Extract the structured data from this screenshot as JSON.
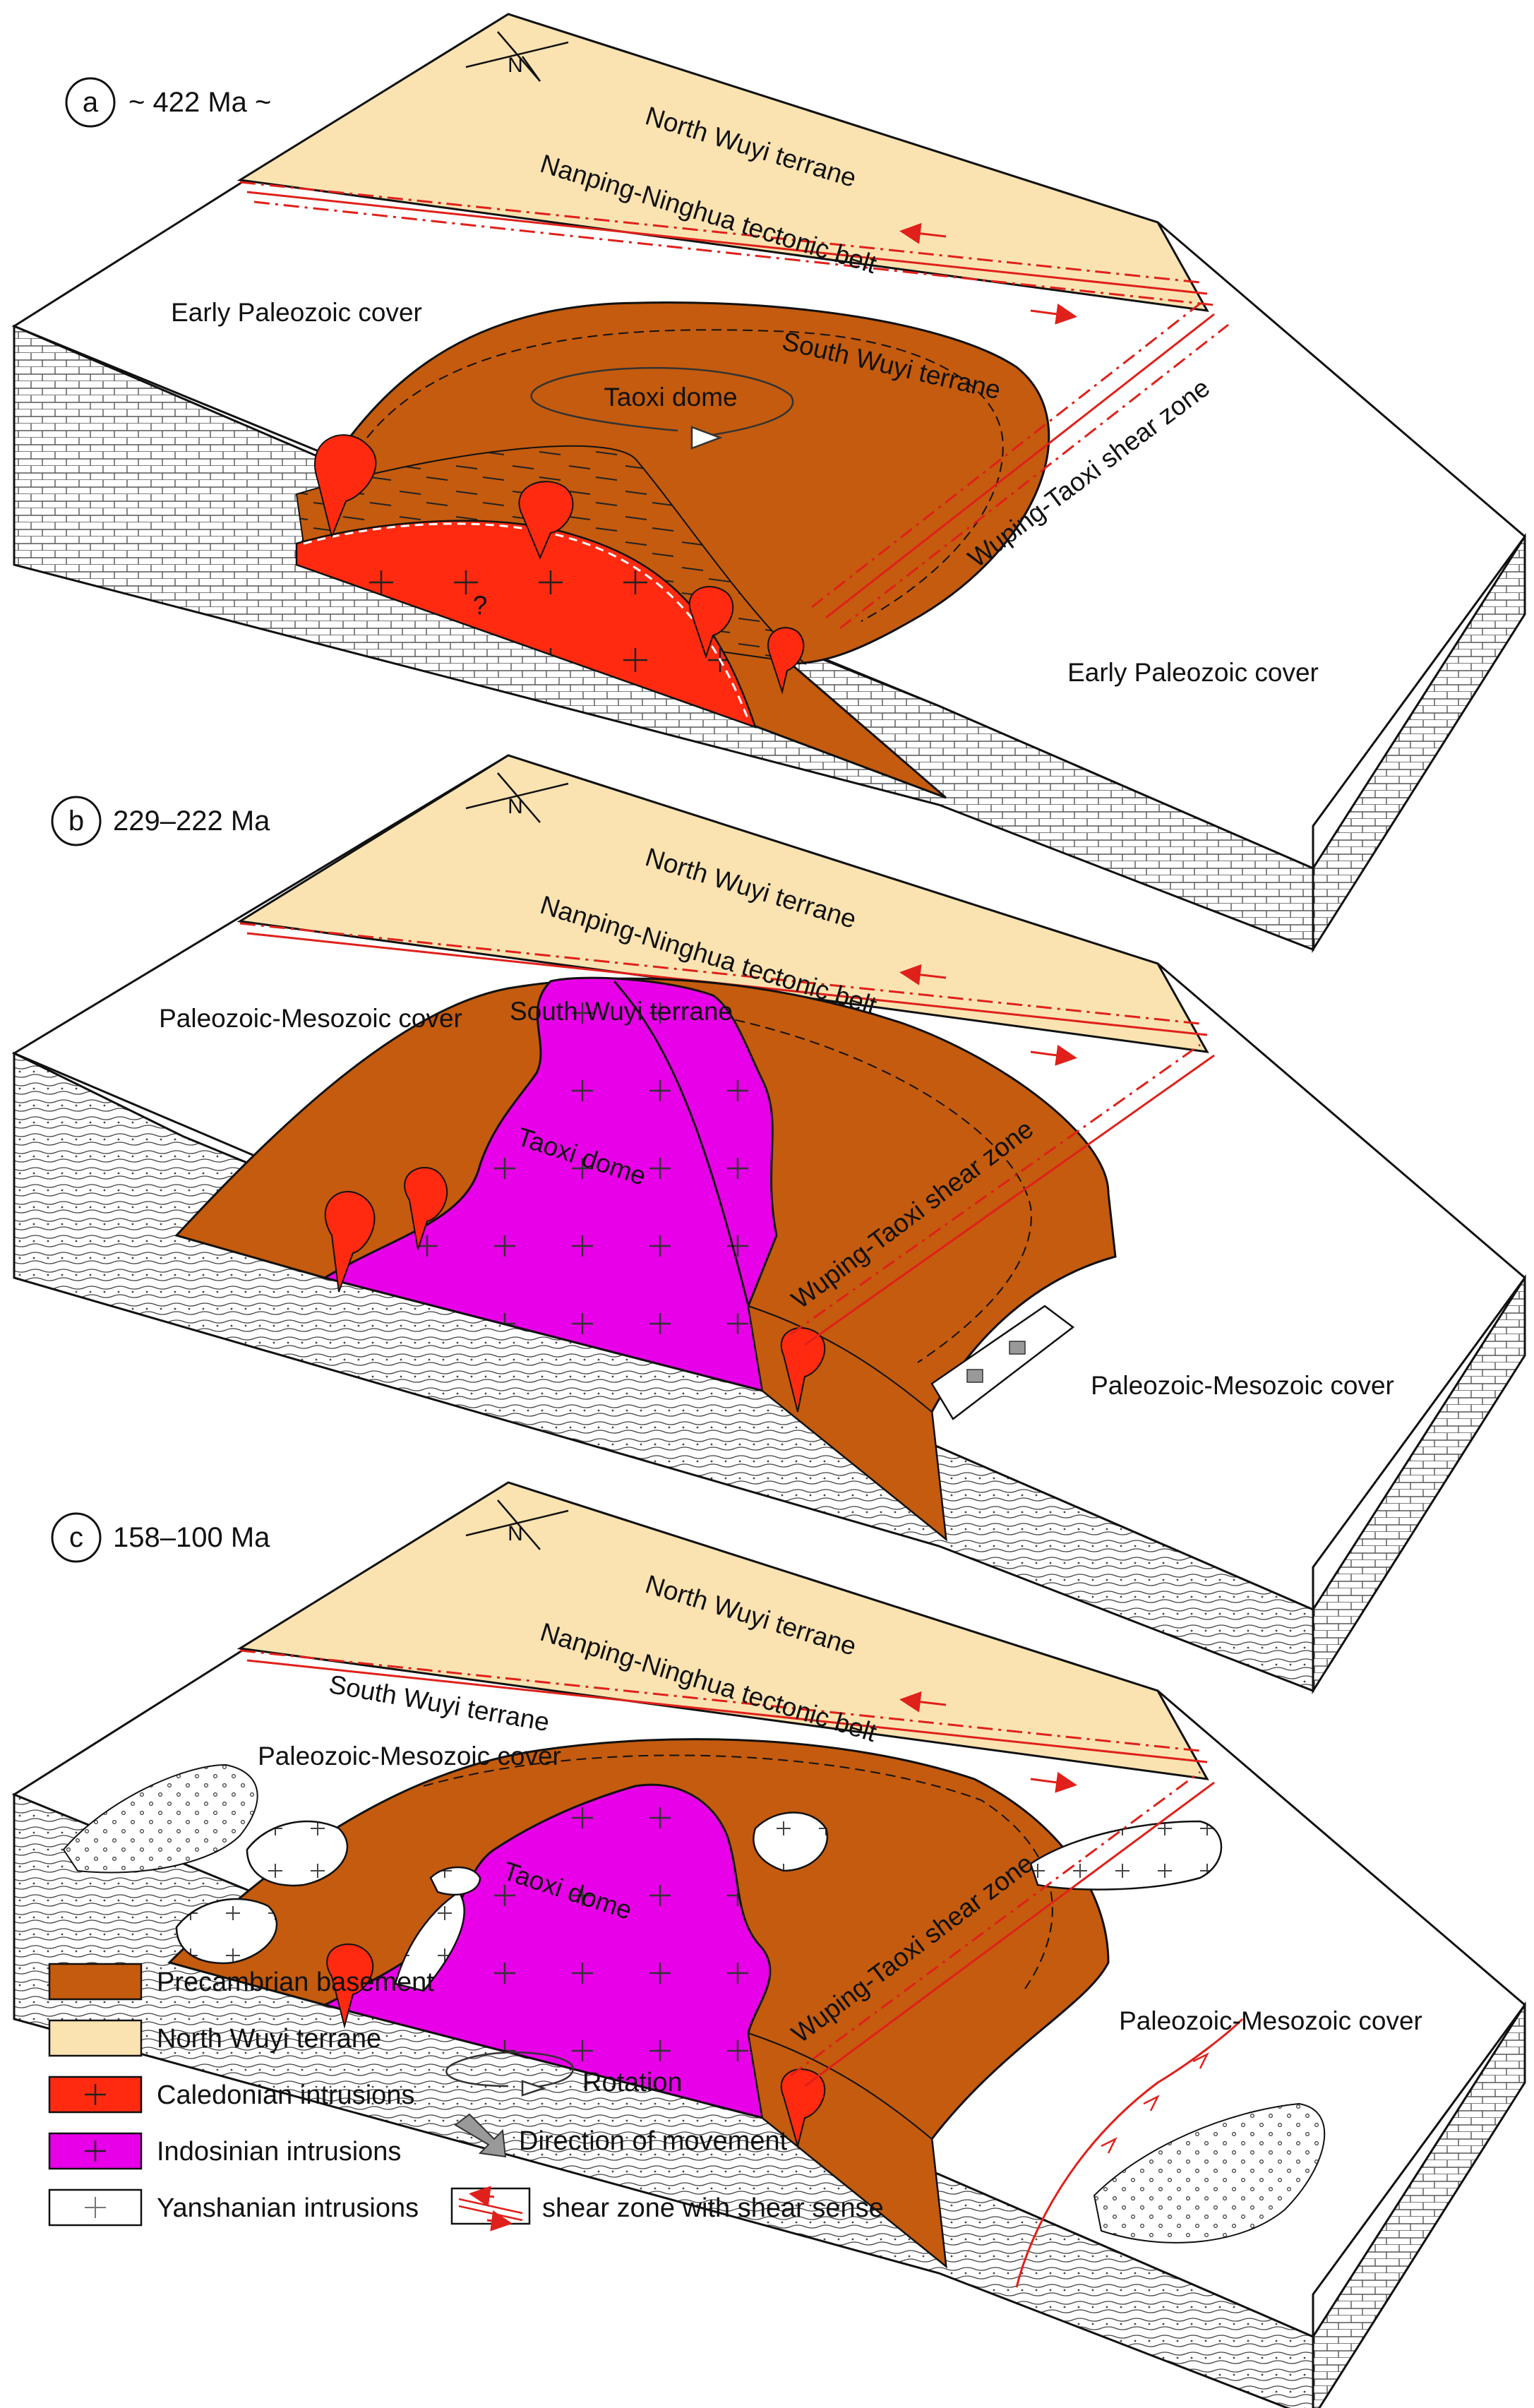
{
  "panels": [
    {
      "letter": "a",
      "age": "~ 422 Ma ~",
      "north_terrane": "North Wuyi terrane",
      "tectonic_belt": "Nanping-Ninghua tectonic belt",
      "south_terrane": "South Wuyi terrane",
      "cover_upper": "Early Paleozoic cover",
      "cover_lower": "Early Paleozoic cover",
      "dome": "Taoxi dome",
      "shear_zone": "Wuping-Taoxi shear zone",
      "query": "?"
    },
    {
      "letter": "b",
      "age": "229–222 Ma",
      "north_terrane": "North Wuyi terrane",
      "tectonic_belt": "Nanping-Ninghua tectonic belt",
      "south_terrane": "South Wuyi terrane",
      "cover_upper": "Paleozoic-Mesozoic cover",
      "cover_lower": "Paleozoic-Mesozoic cover",
      "dome": "Taoxi dome",
      "shear_zone": "Wuping-Taoxi shear zone"
    },
    {
      "letter": "c",
      "age": "158–100 Ma",
      "north_terrane": "North Wuyi terrane",
      "tectonic_belt": "Nanping-Ninghua tectonic belt",
      "south_terrane": "South Wuyi terrane",
      "cover_upper": "Paleozoic-Mesozoic cover",
      "cover_lower": "Paleozoic-Mesozoic cover",
      "dome": "Taoxi dome",
      "shear_zone": "Wuping-Taoxi shear zone"
    }
  ],
  "north_arrow": "N",
  "legend": {
    "units": [
      {
        "label": "Precambrian basement",
        "color": "#c45b0e"
      },
      {
        "label": "North Wuyi terrane",
        "color": "#fae3b1"
      },
      {
        "label": "Caledonian intrusions",
        "color": "#ff2a10"
      },
      {
        "label": "Indosinian intrusions",
        "color": "#e800e8"
      },
      {
        "label": "Yanshanian intrusions",
        "color": "#ffffff"
      }
    ],
    "symbols": [
      {
        "label": "Rotation",
        "icon": "rotation-icon"
      },
      {
        "label": "Direction of movement",
        "icon": "movement-arrow-icon"
      },
      {
        "label": "shear zone with shear sense",
        "icon": "shear-zone-icon"
      }
    ]
  },
  "colors": {
    "basement": "#c45b0e",
    "north_terrane": "#fae3b1",
    "caledonian": "#ff2a10",
    "indosinian": "#e800e8",
    "yanshanian": "#ffffff",
    "shear": "#e0201a"
  }
}
